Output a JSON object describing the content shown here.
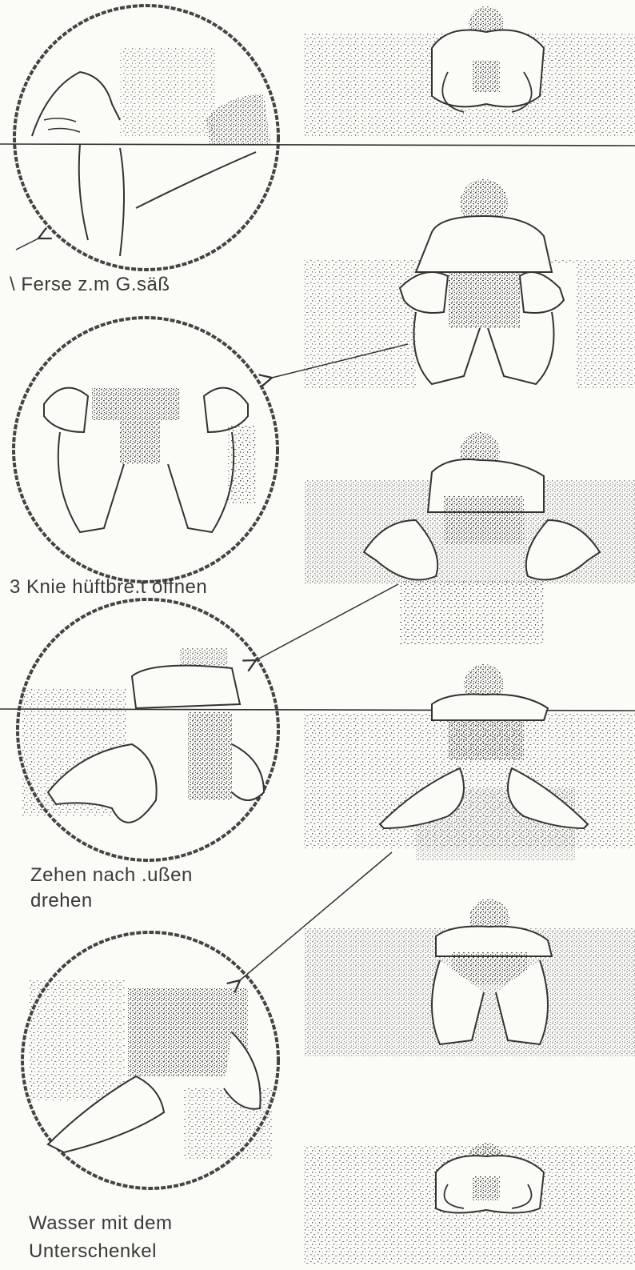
{
  "captions": {
    "step_a": "\\ Ferse z.m G.säß",
    "step_b": "3 Knie hüftbre.t öffnen",
    "step_c_line1": "Zehen nach .ußen",
    "step_c_line2": "drehen",
    "step_d_line1": "Wasser mit dem",
    "step_d_line2": "Unterschenkel"
  },
  "colors": {
    "ink": "#2a2a2a",
    "paper": "#fbfbf8",
    "stipple": "#555555"
  },
  "icons": [
    "arrow-icon"
  ]
}
